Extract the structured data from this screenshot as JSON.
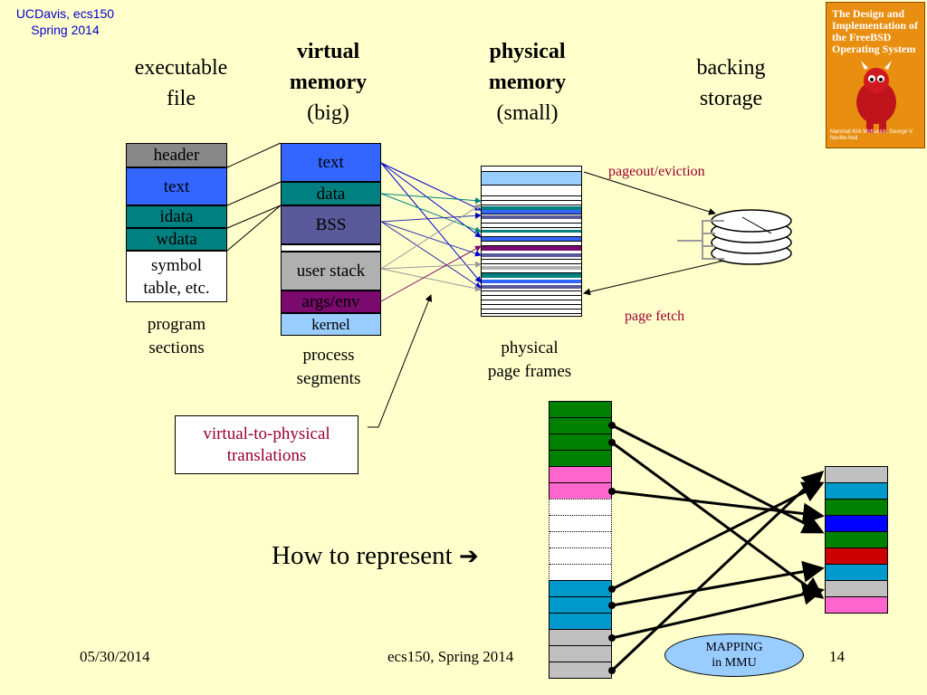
{
  "header": {
    "line1": "UCDavis, ecs150",
    "line2": "Spring 2014"
  },
  "titles": {
    "executable": [
      "executable",
      "file"
    ],
    "virtual": [
      "virtual",
      "memory",
      "(big)"
    ],
    "physical": [
      "physical",
      "memory",
      "(small)"
    ],
    "backing": [
      "backing",
      "storage"
    ]
  },
  "program_sections": {
    "items": [
      "header",
      "text",
      "idata",
      "wdata",
      "symbol table, etc."
    ],
    "caption": [
      "program",
      "sections"
    ]
  },
  "process_segments": {
    "items": [
      "text",
      "data",
      "BSS",
      "user stack",
      "args/env",
      "kernel"
    ],
    "caption": [
      "process",
      "segments"
    ]
  },
  "physical_caption": [
    "physical",
    "page frames"
  ],
  "labels": {
    "pageout": "pageout/eviction",
    "pagefetch": "page fetch",
    "translations": [
      "virtual-to-physical",
      "translations"
    ],
    "how_to_represent": "How to represent",
    "arrow_glyph": "➔",
    "mapping": [
      "MAPPING",
      "in MMU"
    ]
  },
  "book_cover": {
    "title": "The Design and Implementation of the FreeBSD Operating System",
    "authors": "Marshall Kirk McKusick, George V. Neville-Neil"
  },
  "footer": {
    "date": "05/30/2014",
    "course": "ecs150, Spring 2014",
    "page": "14"
  },
  "colors": {
    "background": "#FFFFCC",
    "header_gray": "#888888",
    "text_blue": "#3366FF",
    "data_teal": "#008080",
    "bss_slate": "#5A5A9A",
    "stack_gray": "#B0B0B0",
    "args_purple": "#7B0A6E",
    "kernel_lightblue": "#99CCFF",
    "green": "#008000",
    "pink": "#FF66CC",
    "cyan": "#0099CC",
    "red": "#CC0000",
    "blue": "#0000FF",
    "light_gray": "#C0C0C0",
    "label_red": "#990033"
  }
}
